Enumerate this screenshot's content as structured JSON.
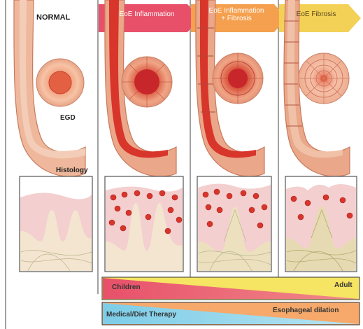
{
  "labels": {
    "normal": "NORMAL",
    "egd": "EGD",
    "histology": "Histology"
  },
  "stages": [
    {
      "line1": "EoE Inflammation",
      "line2": ""
    },
    {
      "line1": "EoE Inflammation",
      "line2": "+ Fibrosis"
    },
    {
      "line1": "EoE Fibrosis",
      "line2": ""
    }
  ],
  "age_bar": {
    "left": "Children",
    "right": "Adult"
  },
  "therapy_bar": {
    "left": "Medical/Diet Therapy",
    "right": "Esophageal dilation"
  },
  "colors": {
    "arrow1": "#e8506a",
    "arrow2": "#f7a04a",
    "arrow3": "#f5d35a",
    "esophagus_wall": "#e7a98c",
    "esophagus_red": "#d8332a",
    "children": "#e8506a",
    "adult": "#f6e463",
    "therapy": "#8fd2e8",
    "dilation": "#f6a96a"
  }
}
